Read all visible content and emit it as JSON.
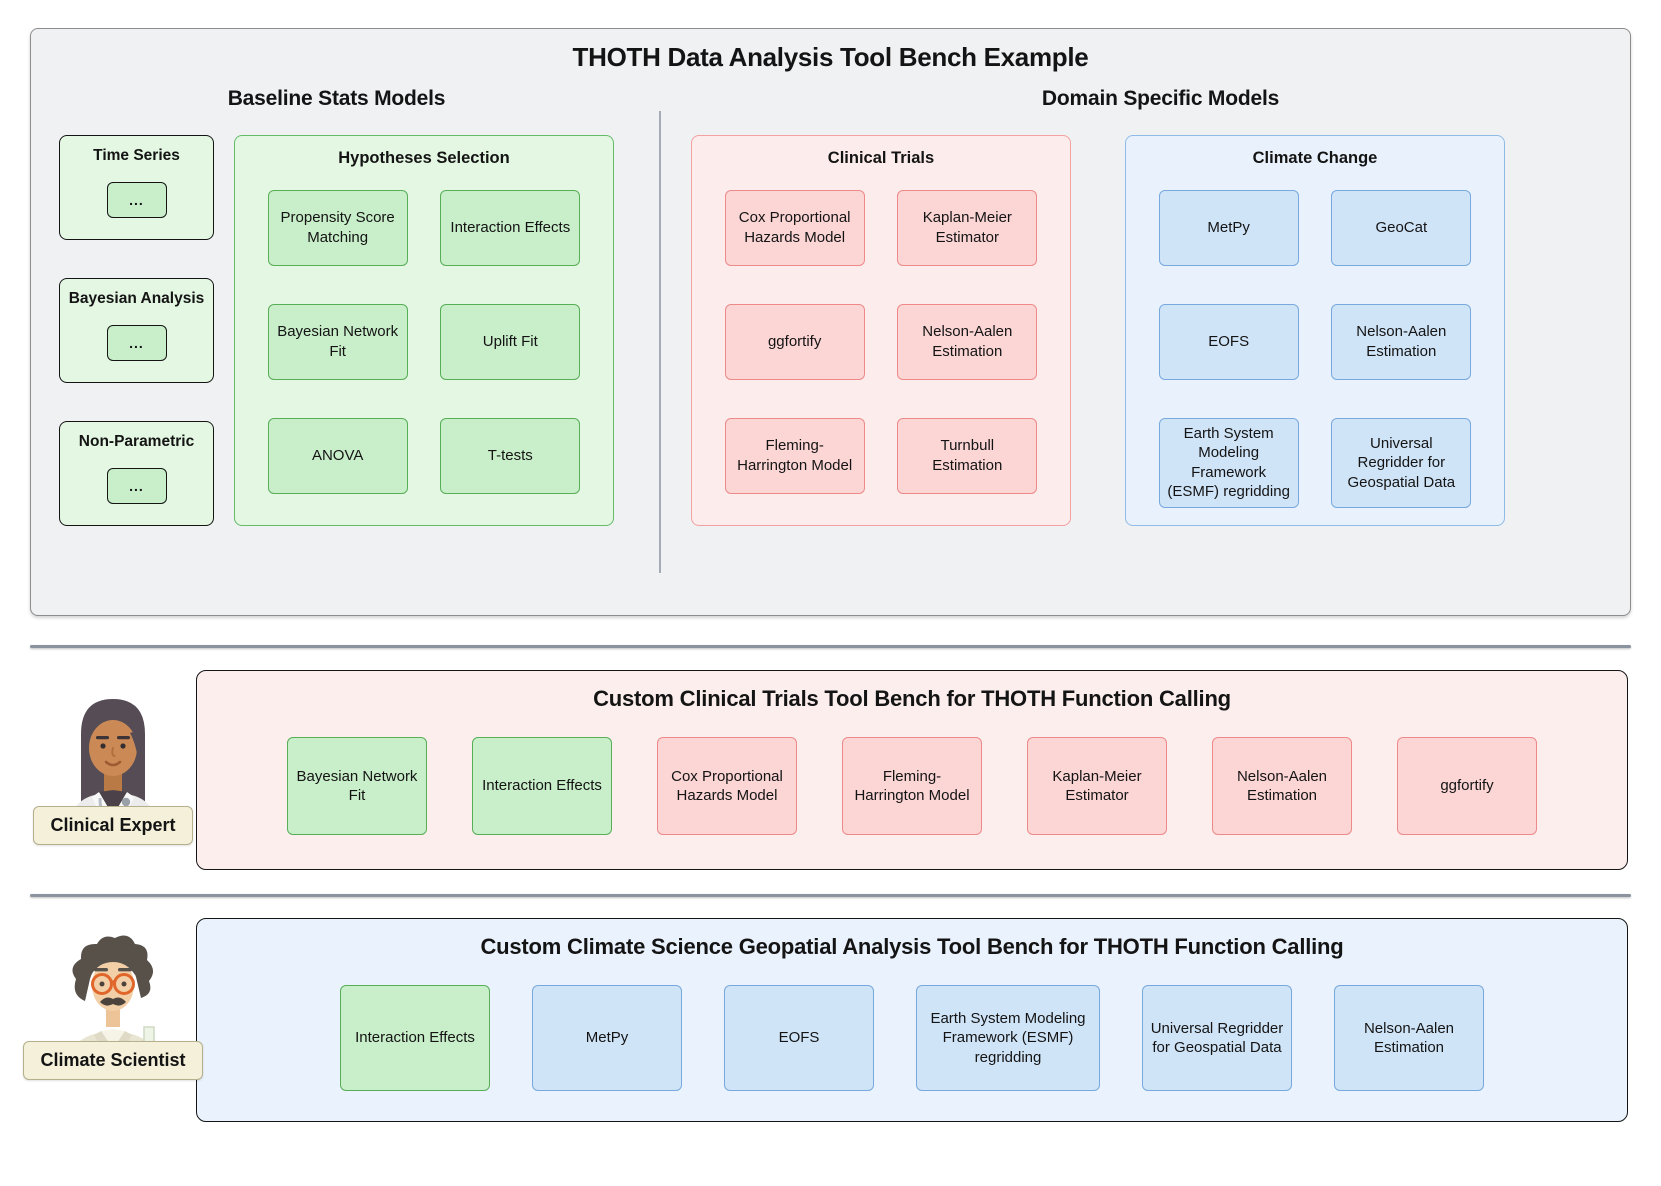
{
  "main_title": "THOTH Data Analysis Tool Bench Example",
  "baseline": {
    "heading": "Baseline Stats Models",
    "groups": [
      {
        "label": "Time Series",
        "more": "..."
      },
      {
        "label": "Bayesian Analysis",
        "more": "..."
      },
      {
        "label": "Non-Parametric",
        "more": "..."
      }
    ],
    "hypotheses": {
      "heading": "Hypotheses Selection",
      "items": [
        "Propensity Score Matching",
        "Interaction Effects",
        "Bayesian Network Fit",
        "Uplift Fit",
        "ANOVA",
        "T-tests"
      ]
    }
  },
  "domain": {
    "heading": "Domain Specific Models",
    "clinical": {
      "heading": "Clinical Trials",
      "items": [
        "Cox Proportional Hazards Model",
        "Kaplan-Meier Estimator",
        "ggfortify",
        "Nelson-Aalen Estimation",
        "Fleming-Harrington Model",
        "Turnbull Estimation"
      ]
    },
    "climate": {
      "heading": "Climate Change",
      "items": [
        "MetPy",
        "GeoCat",
        "EOFS",
        "Nelson-Aalen Estimation",
        "Earth System Modeling Framework (ESMF) regridding",
        "Universal Regridder for Geospatial Data"
      ]
    }
  },
  "clinical_bench": {
    "actor": "Clinical Expert",
    "heading": "Custom Clinical Trials Tool Bench for THOTH Function Calling",
    "tools": [
      "Bayesian Network Fit",
      "Interaction Effects",
      "Cox Proportional Hazards Model",
      "Fleming-Harrington Model",
      "Kaplan-Meier Estimator",
      "Nelson-Aalen Estimation",
      "ggfortify"
    ]
  },
  "climate_bench": {
    "actor": "Climate Scientist",
    "heading": "Custom Climate Science Geopatial Analysis Tool Bench for THOTH Function Calling",
    "tools": [
      "Interaction Effects",
      "MetPy",
      "EOFS",
      "Earth System Modeling Framework (ESMF) regridding",
      "Universal Regridder for Geospatial Data",
      "Nelson-Aalen Estimation"
    ]
  },
  "colors": {
    "panel_fill": "#f0f1f3",
    "panel_border": "#8d8d8d",
    "divider": "#8b939e",
    "green_container": "#e3f7e3",
    "green_chip": "#c9efca",
    "green_border": "#57ae57",
    "pink_container": "#fdecec",
    "pink_chip": "#fcd5d5",
    "pink_border": "#ee8989",
    "blue_container": "#e9f2fc",
    "blue_chip": "#d0e4f8",
    "blue_border": "#78a9de",
    "actor_label_fill": "#f4f0da",
    "actor_label_border": "#b5b08c"
  }
}
